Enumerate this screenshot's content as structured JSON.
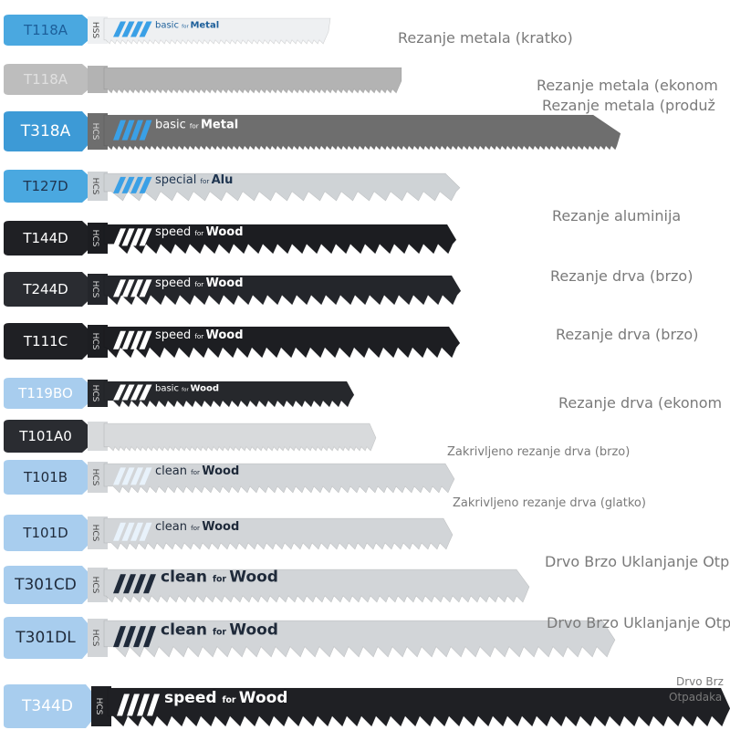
{
  "blades": [
    {
      "code": "T118A",
      "material": "HSS",
      "brand_a": "basic",
      "brand_b": "Metal",
      "label_bg": "#4aa8e0",
      "blade_fill": "#eef0f2",
      "stripe": "#3aa0e6",
      "text_color": "#1d5f9a",
      "teeth": "fine"
    },
    {
      "code": "T118A",
      "material": "",
      "brand_a": "",
      "brand_b": "",
      "label_bg": "#bdbdbd",
      "blade_fill": "#b3b3b3",
      "stripe": "",
      "text_color": "#e0e0e0",
      "teeth": "fine"
    },
    {
      "code": "T318A",
      "material": "HCS",
      "brand_a": "basic",
      "brand_b": "Metal",
      "label_bg": "#3d9ad6",
      "blade_fill": "#6e6e6e",
      "stripe": "#3aa0e6",
      "text_color": "#ffffff",
      "teeth": "fine"
    },
    {
      "code": "T127D",
      "material": "HCS",
      "brand_a": "special",
      "brand_b": "Alu",
      "label_bg": "#4aa8e0",
      "blade_fill": "#cfd3d6",
      "stripe": "#3aa0e6",
      "text_color": "#1f3550",
      "teeth": "sparse"
    },
    {
      "code": "T144D",
      "material": "HCS",
      "brand_a": "speed",
      "brand_b": "Wood",
      "label_bg": "#1f2024",
      "blade_fill": "#1c1d21",
      "stripe": "#ffffff",
      "text_color": "#ffffff",
      "teeth": "coarse"
    },
    {
      "code": "T244D",
      "material": "HCS",
      "brand_a": "speed",
      "brand_b": "Wood",
      "label_bg": "#2a2c31",
      "blade_fill": "#24262b",
      "stripe": "#ffffff",
      "text_color": "#ffffff",
      "teeth": "coarse"
    },
    {
      "code": "T111C",
      "material": "HCS",
      "brand_a": "speed",
      "brand_b": "Wood",
      "label_bg": "#1f2024",
      "blade_fill": "#1d1e22",
      "stripe": "#ffffff",
      "text_color": "#ffffff",
      "teeth": "coarse"
    },
    {
      "code": "T119BO",
      "material": "HCS",
      "brand_a": "basic",
      "brand_b": "Wood",
      "label_bg": "#a8cdee",
      "blade_fill": "#26282c",
      "stripe": "#ffffff",
      "text_color": "#ffffff",
      "teeth": "medium"
    },
    {
      "code": "T101A0",
      "material": "",
      "brand_a": "",
      "brand_b": "",
      "label_bg": "#2a2c31",
      "blade_fill": "#d8dadc",
      "stripe": "",
      "text_color": "#ffffff",
      "teeth": "fine"
    },
    {
      "code": "T101B",
      "material": "HCS",
      "brand_a": "clean",
      "brand_b": "Wood",
      "label_bg": "#a8cdee",
      "blade_fill": "#d2d5d8",
      "stripe": "#e8f2fb",
      "text_color": "#1f2a3a",
      "teeth": "medium"
    },
    {
      "code": "T101D",
      "material": "HCS",
      "brand_a": "clean",
      "brand_b": "Wood",
      "label_bg": "#a8cdee",
      "blade_fill": "#d2d5d8",
      "stripe": "#e8f2fb",
      "text_color": "#1f2a3a",
      "teeth": "medium"
    },
    {
      "code": "T301CD",
      "material": "HCS",
      "brand_a": "clean",
      "brand_b": "Wood",
      "label_bg": "#a8cdee",
      "blade_fill": "#d2d5d8",
      "stripe": "#1f2a3a",
      "text_color": "#1f2a3a",
      "teeth": "medium"
    },
    {
      "code": "T301DL",
      "material": "HCS",
      "brand_a": "clean",
      "brand_b": "Wood",
      "label_bg": "#a8cdee",
      "blade_fill": "#d2d5d8",
      "stripe": "#1f2a3a",
      "text_color": "#1f2a3a",
      "teeth": "coarse"
    },
    {
      "code": "T344D",
      "material": "HCS",
      "brand_a": "speed",
      "brand_b": "Wood",
      "label_bg": "#a8cdee",
      "blade_fill": "#1f2024",
      "stripe": "#ffffff",
      "text_color": "#ffffff",
      "teeth": "coarse"
    }
  ],
  "captions": [
    "Rezanje metala (kratko)",
    "Rezanje metala (ekonom",
    "Rezanje metala (produž",
    "Rezanje aluminija",
    "Rezanje drva (brzo)",
    "Rezanje drva (brzo)",
    "Rezanje drva (ekonom",
    "Zakrivljeno rezanje drva (brzo)",
    "Zakrivljeno rezanje drva (glatko)",
    "Drvo Brzo Uklanjanje Otp",
    "Drvo Brzo Uklanjanje Otpa",
    "Drvo Brz",
    "Otpadaka"
  ],
  "brand_joiner": "for"
}
